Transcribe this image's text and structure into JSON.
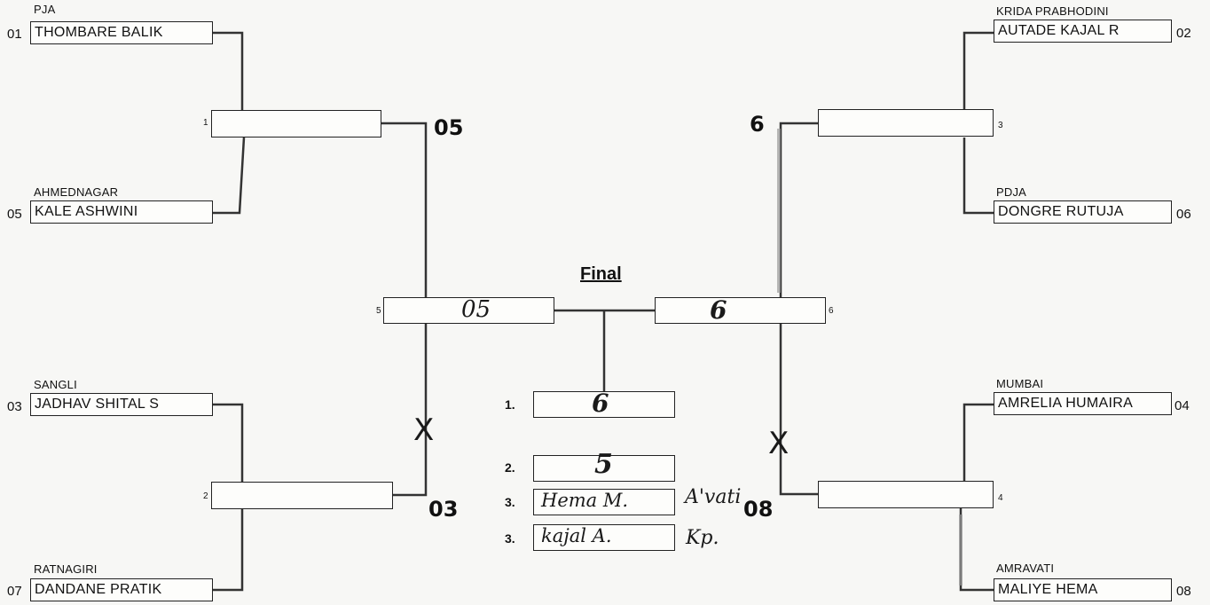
{
  "final_title": "Final",
  "players": [
    {
      "seed": "01",
      "name": "THOMBARE BALIK",
      "club": "PJA"
    },
    {
      "seed": "05",
      "name": "KALE ASHWINI",
      "club": "AHMEDNAGAR"
    },
    {
      "seed": "03",
      "name": "JADHAV SHITAL S",
      "club": "SANGLI"
    },
    {
      "seed": "07",
      "name": "DANDANE PRATIK",
      "club": "RATNAGIRI"
    },
    {
      "seed": "02",
      "name": "AUTADE KAJAL R",
      "club": "KRIDA PRABHODINI"
    },
    {
      "seed": "06",
      "name": "DONGRE RUTUJA",
      "club": "PDJA"
    },
    {
      "seed": "04",
      "name": "AMRELIA HUMAIRA",
      "club": "MUMBAI"
    },
    {
      "seed": "08",
      "name": "MALIYE HEMA",
      "club": "AMRAVATI"
    }
  ],
  "matches": [
    {
      "number": "1",
      "winner_mark": "05"
    },
    {
      "number": "2",
      "winner_mark": "03"
    },
    {
      "number": "3",
      "winner_mark": "6"
    },
    {
      "number": "4",
      "winner_mark": "08"
    },
    {
      "number": "5",
      "entry": "05"
    },
    {
      "number": "6",
      "entry": "6"
    }
  ],
  "loss_marks": [
    "X",
    "X"
  ],
  "placements": [
    {
      "rank": "1.",
      "entry": "6",
      "note": ""
    },
    {
      "rank": "2.",
      "entry": "5",
      "note": ""
    },
    {
      "rank": "3.",
      "entry": "Hema M.",
      "note": "A'vati"
    },
    {
      "rank": "3.",
      "entry": "kajal A.",
      "note": "Kp."
    }
  ]
}
